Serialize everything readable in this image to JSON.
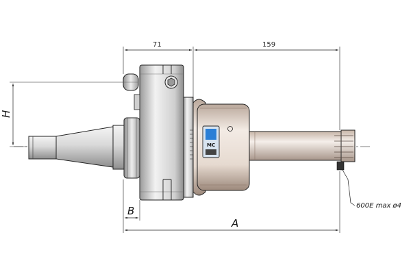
{
  "dimensions": {
    "flange_width": "71",
    "extension_length": "159",
    "height_label": "H",
    "base_label": "B",
    "overall_label": "A"
  },
  "callout": {
    "insert_note": "600E max ø4"
  },
  "colors": {
    "line": "#222222",
    "steel_light": "#e8e8e8",
    "steel_dark": "#8a8a8a",
    "bronze_light": "#e9ddd3",
    "bronze_dark": "#a38f82",
    "label_blue": "#2b7fd6"
  },
  "brand_logo": "MC"
}
